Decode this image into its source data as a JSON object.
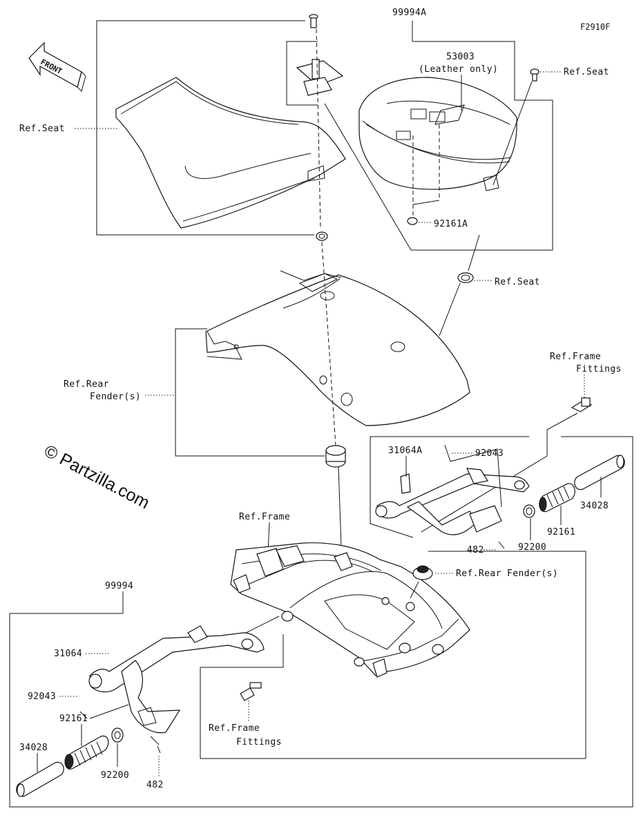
{
  "figure_id": "F2910F",
  "front_arrow": "FRONT",
  "watermark": "© Partzilla.com",
  "labels": {
    "l_99994a": "99994A",
    "l_53003": "53003",
    "l_leather": "(Leather only)",
    "l_refseat_tr": "Ref.Seat",
    "l_refseat_left": "Ref.Seat",
    "l_92161a": "92161A",
    "l_refseat_mid": "Ref.Seat",
    "l_rear_fender_1": "Ref.Rear",
    "l_rear_fender_2": "Fender(s)",
    "l_ref_frame_fit_r1": "Ref.Frame",
    "l_ref_frame_fit_r2": "Fittings",
    "l_31064a": "31064A",
    "l_92043_r": "92043",
    "l_34028_r": "34028",
    "l_92161_r": "92161",
    "l_92200_r": "92200",
    "l_482_r": "482",
    "l_ref_frame": "Ref.Frame",
    "l_ref_rear_fender_r": "Ref.Rear Fender(s)",
    "l_99994": "99994",
    "l_31064": "31064",
    "l_92043_l": "92043",
    "l_92161_l": "92161",
    "l_34028_l": "34028",
    "l_92200_l": "92200",
    "l_482_l": "482",
    "l_ref_frame_fit_b1": "Ref.Frame",
    "l_ref_frame_fit_b2": "Fittings"
  },
  "icons": {
    "front_arrow": "front-direction-arrow-icon"
  }
}
